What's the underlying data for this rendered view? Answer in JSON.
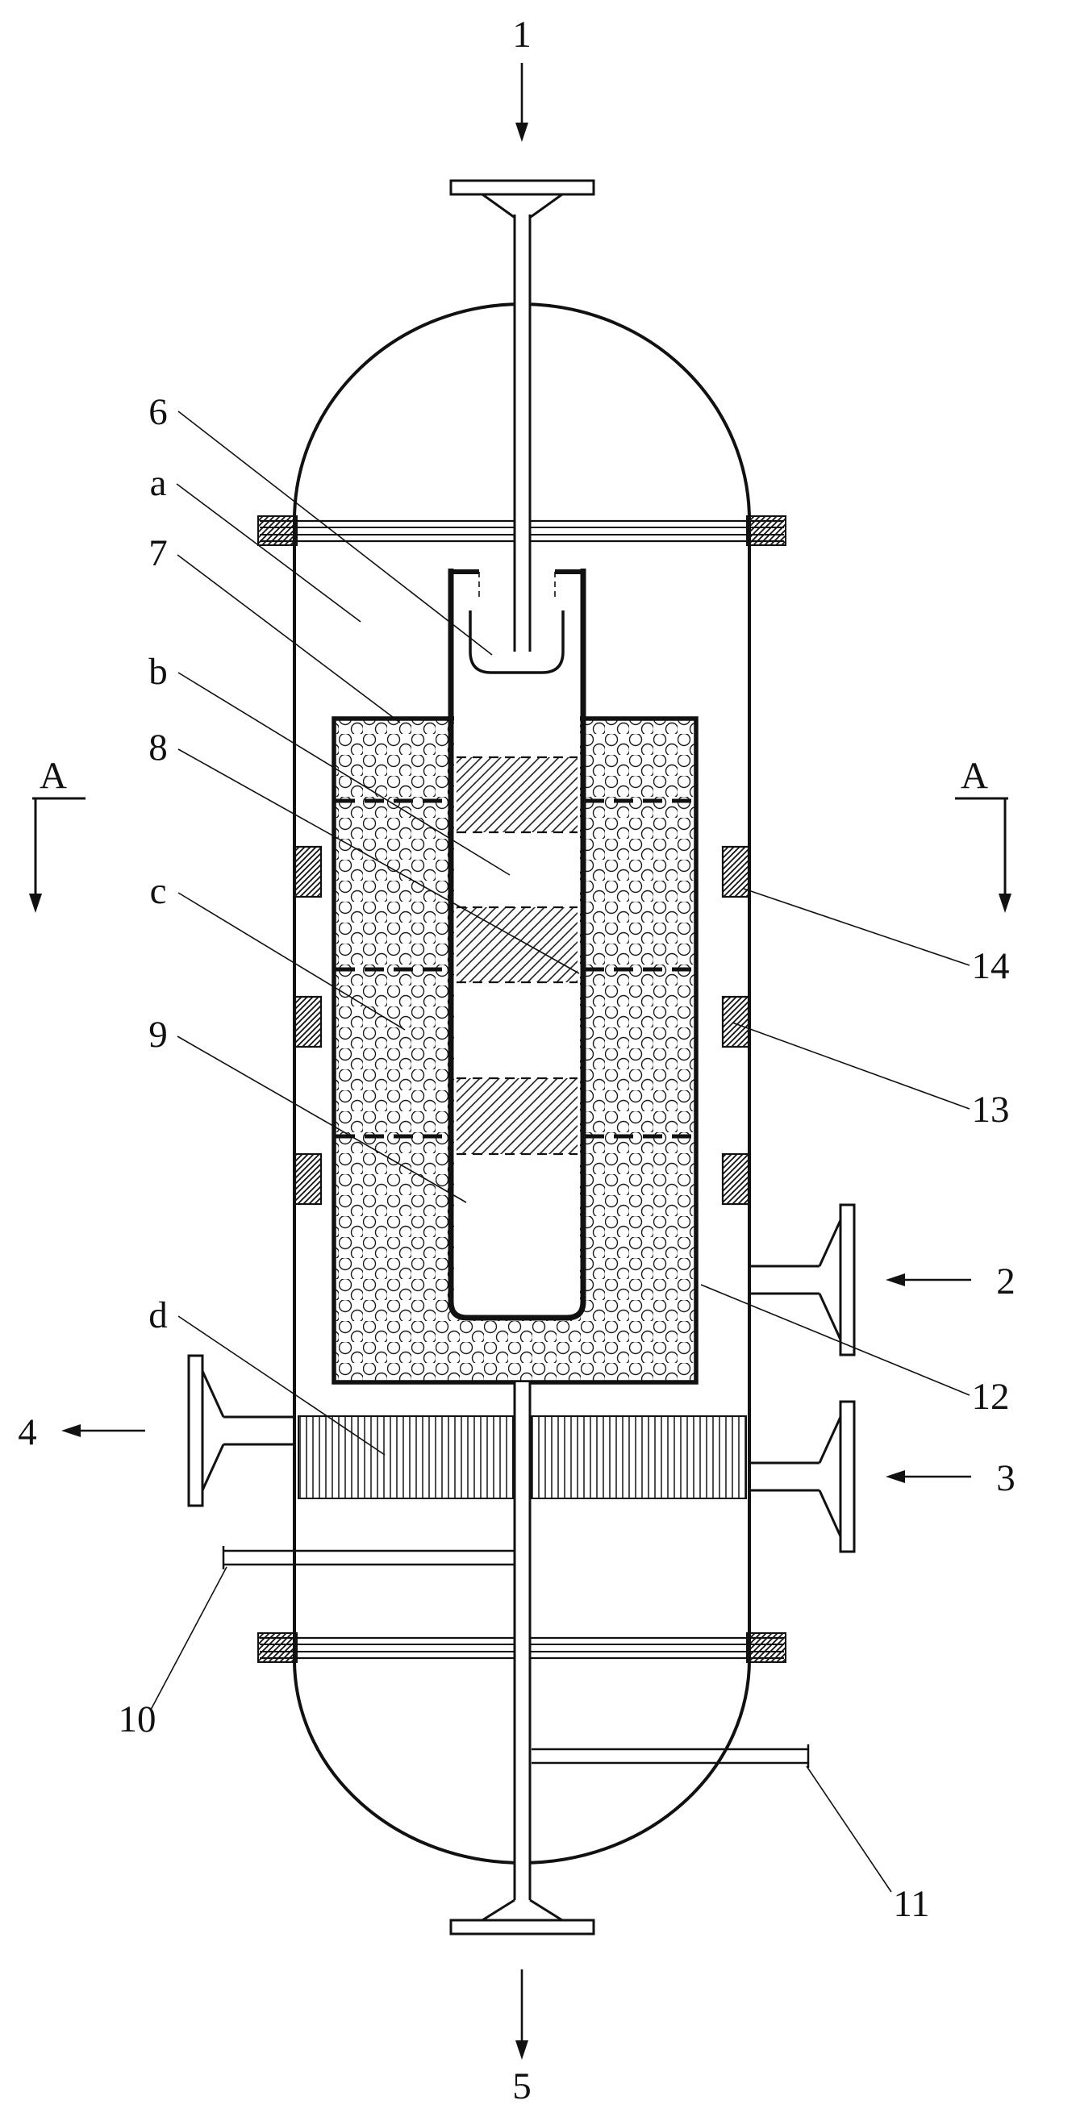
{
  "figure": {
    "colors": {
      "ink": "#111111",
      "paper": "#ffffff"
    },
    "callouts": {
      "n1": "1",
      "n2": "2",
      "n3": "3",
      "n4": "4",
      "n5": "5",
      "n6": "6",
      "n7": "7",
      "n8": "8",
      "n9": "9",
      "n10": "10",
      "n11": "11",
      "n12": "12",
      "n13": "13",
      "n14": "14",
      "a": "a",
      "b": "b",
      "c": "c",
      "d": "d"
    },
    "section_markers": {
      "left": "A",
      "right": "A"
    }
  }
}
